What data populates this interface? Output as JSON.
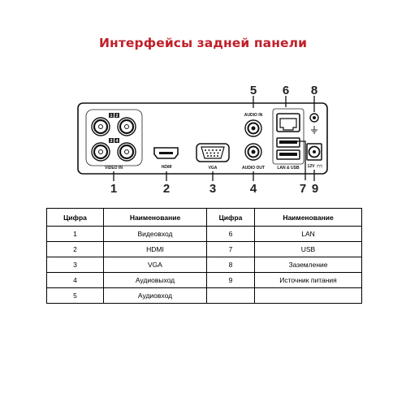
{
  "title": "Интерфейсы задней панели",
  "callouts_top": [
    "5",
    "6",
    "8"
  ],
  "callouts_bottom": [
    "1",
    "2",
    "3",
    "4",
    "7",
    "9"
  ],
  "port_labels": {
    "video_in": "VIDEO IN",
    "hdmi": "HDMI",
    "vga": "VGA",
    "audio_in": "AUDIO IN",
    "audio_out": "AUDIO OUT",
    "lan_usb": "LAN & USB",
    "power": "12V",
    "bnc": [
      "1",
      "2",
      "3",
      "4"
    ]
  },
  "table": {
    "headers": [
      "Цифра",
      "Наименование",
      "Цифра",
      "Наименование"
    ],
    "rows": [
      [
        "1",
        "Видеовход",
        "6",
        "LAN"
      ],
      [
        "2",
        "HDMI",
        "7",
        "USB"
      ],
      [
        "3",
        "VGA",
        "8",
        "Заземление"
      ],
      [
        "4",
        "Аудиовыход",
        "9",
        "Источник питания"
      ],
      [
        "5",
        "Аудиовход",
        "",
        ""
      ]
    ]
  }
}
